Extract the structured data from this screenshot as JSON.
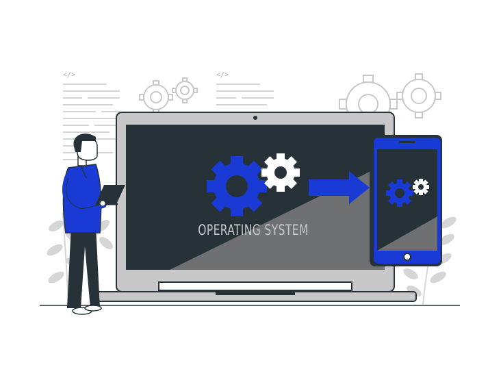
{
  "illustration": {
    "screen_caption": "OPERATING SYSTEM",
    "code_tag_left": "</>",
    "code_tag_right": "</>"
  },
  "colors": {
    "accent": "#1a3ad6",
    "dark": "#263238",
    "light_gray": "#c8c8c8",
    "mid_gray": "#6e7072",
    "caption_text": "#c8c8c8",
    "gear_white": "#ffffff"
  },
  "icons": [
    "gear-icon",
    "arrow-right-icon",
    "code-tag-icon",
    "plant-icon",
    "person-figure",
    "laptop",
    "smartphone"
  ]
}
